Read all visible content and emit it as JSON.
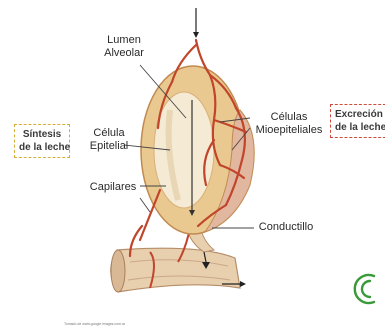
{
  "labels": {
    "lumen_line1": "Lumen",
    "lumen_line2": "Alveolar",
    "celula_line1": "Célula",
    "celula_line2": "Epitelial",
    "capilares": "Capilares",
    "mioepit_line1": "Células",
    "mioepit_line2": "Mioepiteliales",
    "conductillo": "Conductillo"
  },
  "boxes": {
    "sintesis_line1": "Síntesis",
    "sintesis_line2": "de la leche",
    "excrecion_line1": "Excreción",
    "excrecion_line2": "de la leche"
  },
  "credit": "Tomado de www.google.images.com.ar",
  "colors": {
    "sintesis_border": "#d4b03a",
    "excrecion_border": "#d04a3a",
    "vessel": "#c0452a",
    "tissue": "#e9c98f",
    "lumen": "#f5ead4",
    "duct": "#e8cfae"
  },
  "icons": {
    "logo": "green-c-logo-icon"
  }
}
